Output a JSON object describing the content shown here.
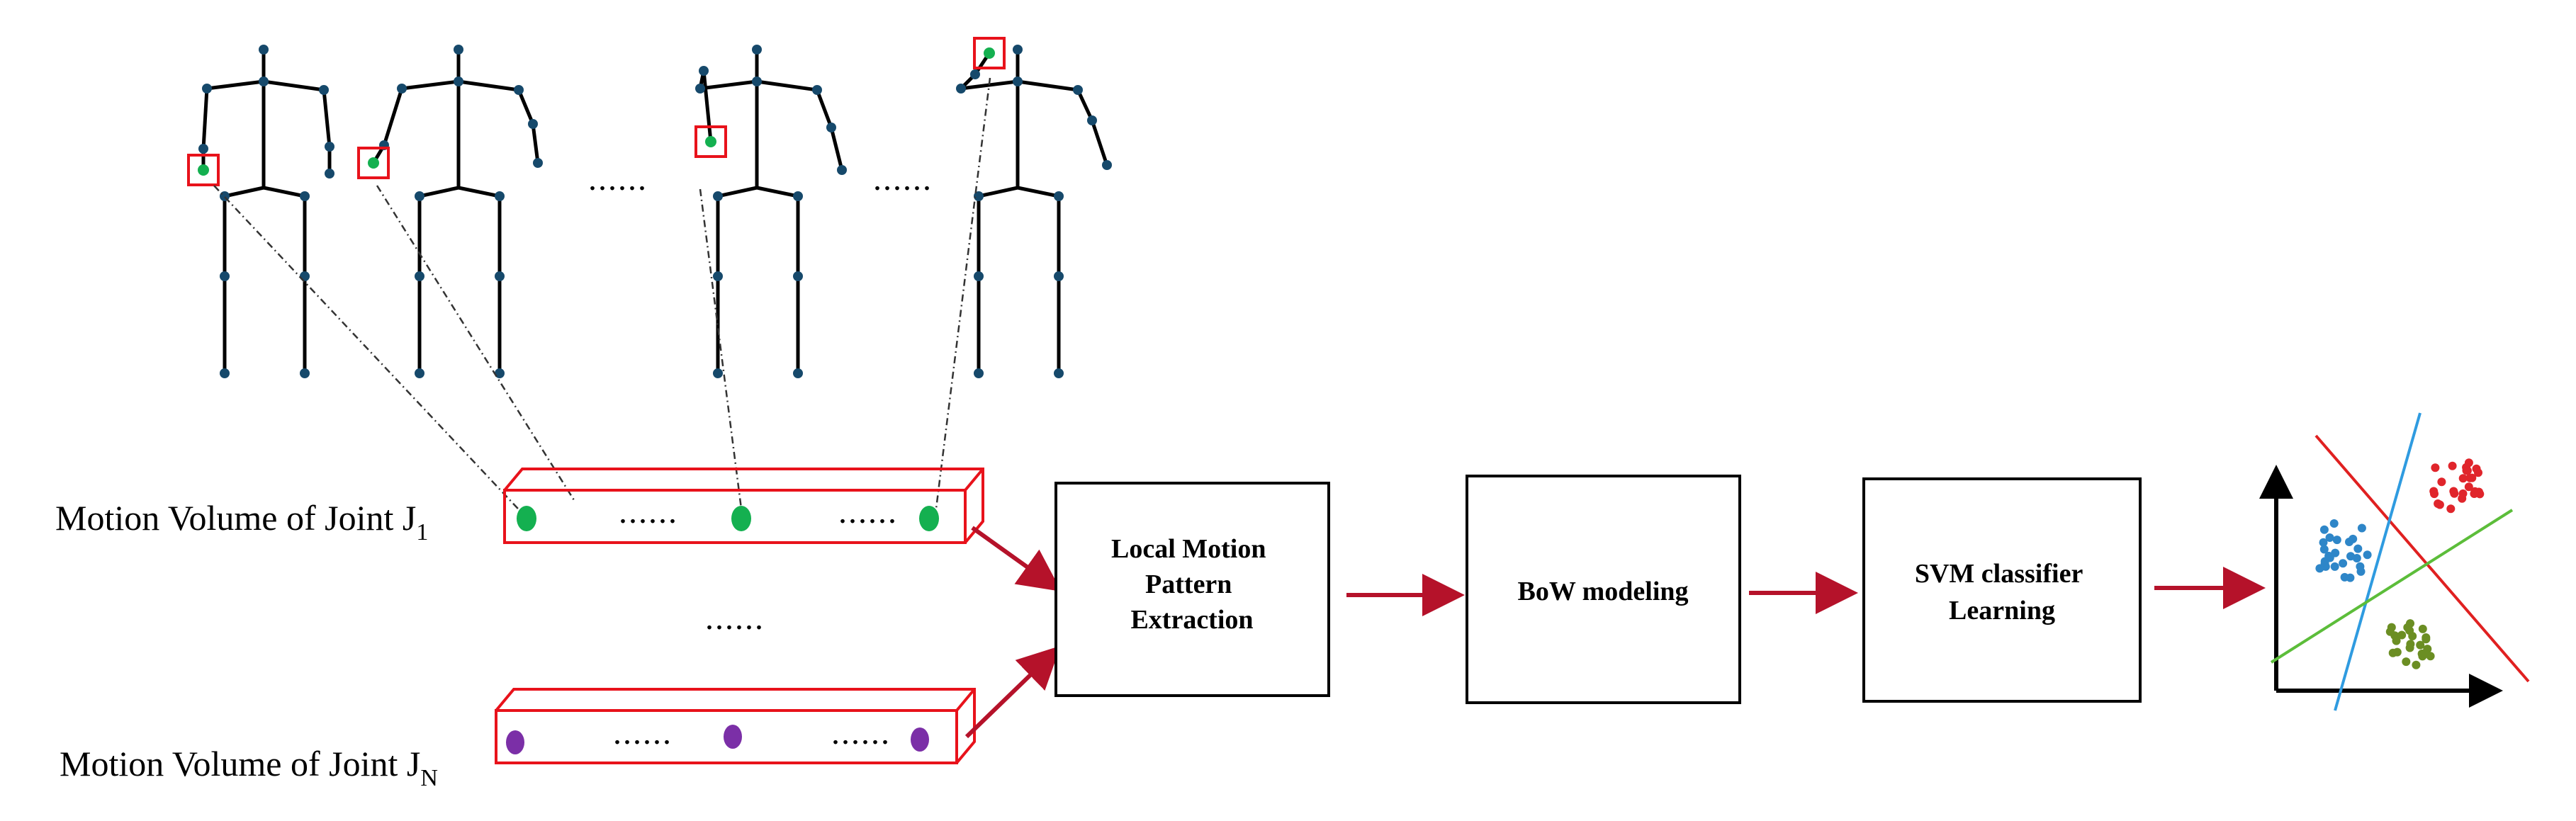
{
  "rows": [
    {
      "label": "Motion Volume of Joint J",
      "subscript": "1",
      "dot_color": "#14b050"
    },
    {
      "label": "Motion Volume of Joint J",
      "subscript": "N",
      "dot_color": "#7b2fa7"
    }
  ],
  "ellipsis": "......",
  "boxes": [
    {
      "lines": [
        "Local Motion",
        "Pattern",
        "Extraction"
      ]
    },
    {
      "lines": [
        "BoW modeling"
      ]
    },
    {
      "lines": [
        "SVM classifier",
        "Learning"
      ]
    }
  ],
  "colors": {
    "arrow": "#b5122a",
    "highlight": "#e8121b",
    "skeleton": "#000000",
    "joint": "#16496b",
    "selected_joint": "#14b050",
    "cluster_blue": "#2e86c8",
    "cluster_red": "#e0252b",
    "cluster_green": "#6b8e23",
    "line_red": "#e02020",
    "line_blue": "#2f9be0",
    "line_green": "#5cbd3a"
  }
}
